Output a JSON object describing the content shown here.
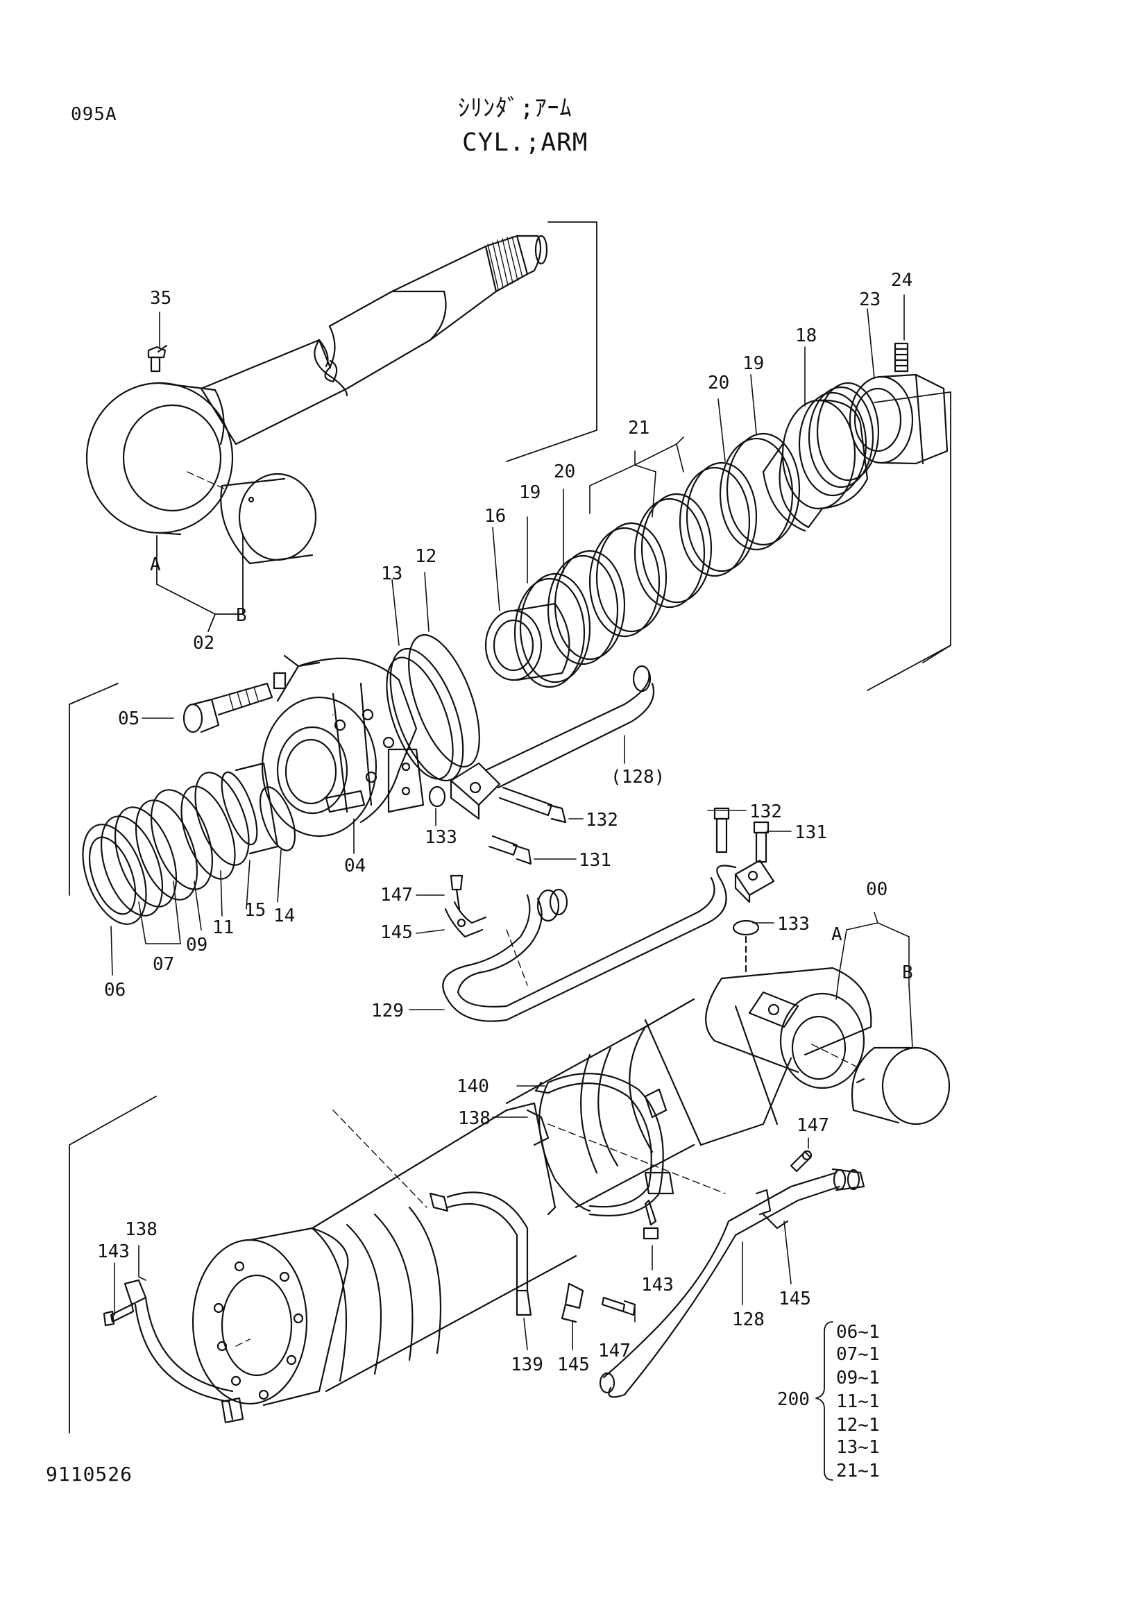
{
  "header": {
    "page_code": "095A",
    "title_jp": "ｼﾘﾝﾀﾞ;ｱｰﾑ",
    "title_en": "CYL.;ARM"
  },
  "footer": {
    "drawing_number": "9110526"
  },
  "callouts": {
    "c35": "35",
    "c24": "24",
    "c23": "23",
    "c18": "18",
    "c19a": "19",
    "c20a": "20",
    "c21": "21",
    "c16": "16",
    "c19b": "19",
    "c20b": "20",
    "c13": "13",
    "c12": "12",
    "cA1": "A",
    "cB1": "B",
    "c02": "02",
    "c05": "05",
    "c128a": "(128)",
    "c04": "04",
    "c133a": "133",
    "c132a": "132",
    "c131a": "131",
    "c132b": "132",
    "c131b": "131",
    "c14": "14",
    "c15": "15",
    "c11": "11",
    "c09": "09",
    "c07": "07",
    "c06": "06",
    "c147a": "147",
    "c145a": "145",
    "c00": "00",
    "cA2": "A",
    "cB2": "B",
    "c133b": "133",
    "c129": "129",
    "c140": "140",
    "c138a": "138",
    "c147b": "147",
    "c138b": "138",
    "c143a": "143",
    "c143b": "143",
    "c128b": "128",
    "c145b": "145",
    "c139": "139",
    "c145c": "145",
    "c147c": "147"
  },
  "kit": {
    "number": "200",
    "items": [
      "06~1",
      "07~1",
      "09~1",
      "11~1",
      "12~1",
      "13~1",
      "21~1"
    ]
  }
}
